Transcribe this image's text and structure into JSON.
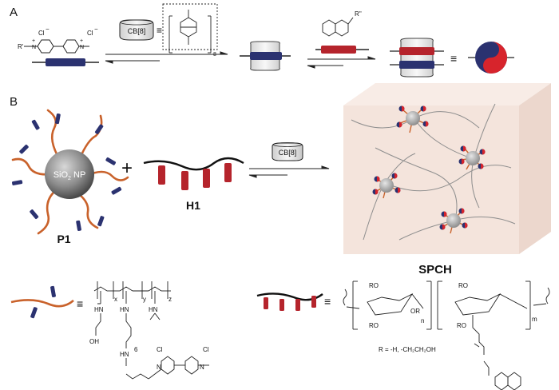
{
  "panel_a": {
    "label": "A",
    "mv_anion_left": "Cl",
    "mv_minus_left": "−",
    "mv_anion_right": "Cl",
    "mv_minus_right": "−",
    "mv_r_sub": "R'",
    "mv_n_left": "N",
    "mv_plus_left": "+",
    "mv_n_right": "N",
    "mv_plus_right": "+",
    "cb_label": "CB[8]",
    "equiv": "≡",
    "cb_repeat": "8",
    "naph_sub": "R''"
  },
  "panel_b": {
    "label": "B",
    "np_label": "SiO",
    "np_label_sub": "2",
    "np_label_rest": " NP",
    "plus": "+",
    "p1": "P1",
    "h1": "H1",
    "cb_label": "CB[8]",
    "spch": "SPCH"
  },
  "structure_p1": {
    "equiv": "≡",
    "x": "x",
    "y": "y",
    "z": "z",
    "six": "6",
    "oh": "OH",
    "hn1": "HN",
    "hn2": "HN",
    "hn3": "HN",
    "hn4": "HN",
    "cl1": "Cl",
    "cl2": "Cl",
    "n1": "N",
    "n2": "N"
  },
  "structure_h1": {
    "equiv": "≡",
    "ro1": "RO",
    "ro2": "RO",
    "or1": "OR",
    "ro3": "RO",
    "ro4": "RO",
    "n": "n",
    "m": "m",
    "r_def": "R = -H, -CH₂CH₂OH"
  },
  "colors": {
    "navy": "#2b3270",
    "red": "#b5242c",
    "orange": "#c9622b",
    "grey_sphere": "#8e8e8e",
    "gel_box": "#f4e4dc"
  }
}
